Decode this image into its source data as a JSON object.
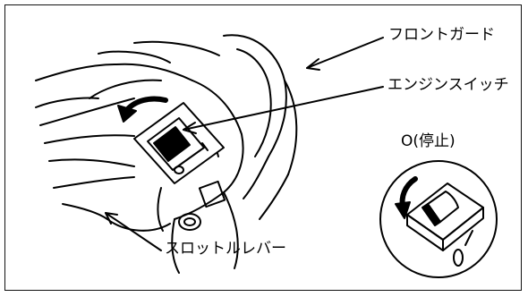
{
  "labels": {
    "front_guard": "フロントガード",
    "engine_switch": "エンジンスイッチ",
    "stop": "O(停止)",
    "throttle_lever": "スロットルレバー"
  }
}
